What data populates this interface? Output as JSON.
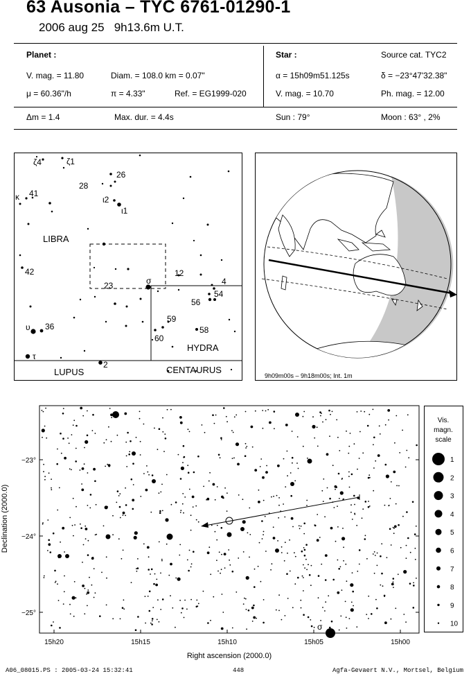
{
  "header": {
    "title": "63 Ausonia  –  TYC 6761-01290-1",
    "date": "2006 aug 25",
    "time": "9h13.6m U.T."
  },
  "planet": {
    "heading": "Planet :",
    "vmag": "V. mag. = 11.80",
    "diam": "Diam. = 108.0 km = 0.07\"",
    "mu": "μ =  60.36\"/h",
    "pi": "π =  4.33\"",
    "ref": "Ref. = EG1999-020"
  },
  "star": {
    "heading": "Star :",
    "source": "Source cat.  TYC2",
    "alpha": "α = 15h09m51.125s",
    "delta": "δ = −23°47'32.38\"",
    "vmag": "V. mag. = 10.70",
    "phmag": "Ph. mag. = 12.00"
  },
  "event": {
    "dm": "Δm = 1.4",
    "maxdur": "Max. dur. = 4.4s",
    "sun": "Sun :  79°",
    "moon": "Moon :  63° ,  2%"
  },
  "finder": {
    "constellations": [
      "LIBRA",
      "HYDRA",
      "LUPUS",
      "CENTAURUS"
    ],
    "star_labels": [
      "ζ4",
      "ζ1",
      "26",
      "28",
      "41",
      "κ",
      "ι2",
      "ι1",
      "42",
      "23",
      "σ",
      "12",
      "4",
      "54",
      "56",
      "59",
      "58",
      "60",
      "υ",
      "36",
      "τ",
      "2"
    ]
  },
  "globe": {
    "caption": "9h09m00s –  9h18m00s; Int.  1m"
  },
  "chart": {
    "y_axis_label": "Declination (2000.0)",
    "x_axis_label": "Right ascension (2000.0)",
    "y_ticks": [
      "−23°",
      "−24°",
      "−25°"
    ],
    "x_ticks": [
      "15h20",
      "15h15",
      "15h10",
      "15h05",
      "15h00"
    ],
    "sigma_label": "σ"
  },
  "scale": {
    "title_lines": [
      "Vis.",
      "magn.",
      "scale"
    ],
    "mags": [
      "1",
      "2",
      "3",
      "4",
      "5",
      "6",
      "7",
      "8",
      "9",
      "10"
    ]
  },
  "footer": {
    "left": "A06_08015.PS : 2005-03-24 15:32:41",
    "center": "448",
    "right": "Agfa-Gevaert N.V., Mortsel, Belgium"
  }
}
